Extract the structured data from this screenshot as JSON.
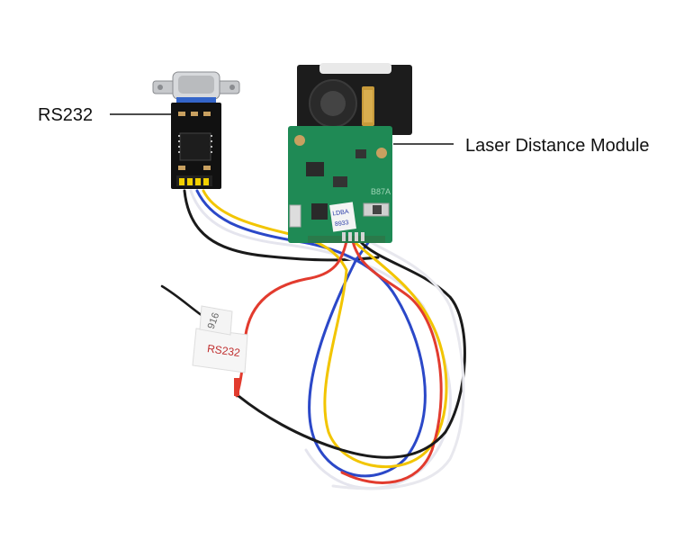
{
  "labels": {
    "rs232": "RS232",
    "laser_module": "Laser Distance Module"
  },
  "pcb_markings": {
    "module_code": "B87A",
    "sticker_line1": "LDBA",
    "sticker_line2": "8933"
  },
  "tape_tags": {
    "tag1": "RS232",
    "tag2": "916"
  },
  "colors": {
    "pcb_green": "#1f8a55",
    "rs232_board": "#111111",
    "wire_red": "#e23b2e",
    "wire_yellow": "#f2c500",
    "wire_blue": "#2b48c8",
    "wire_black": "#1a1a1a",
    "wire_white": "#e8e8ee"
  }
}
